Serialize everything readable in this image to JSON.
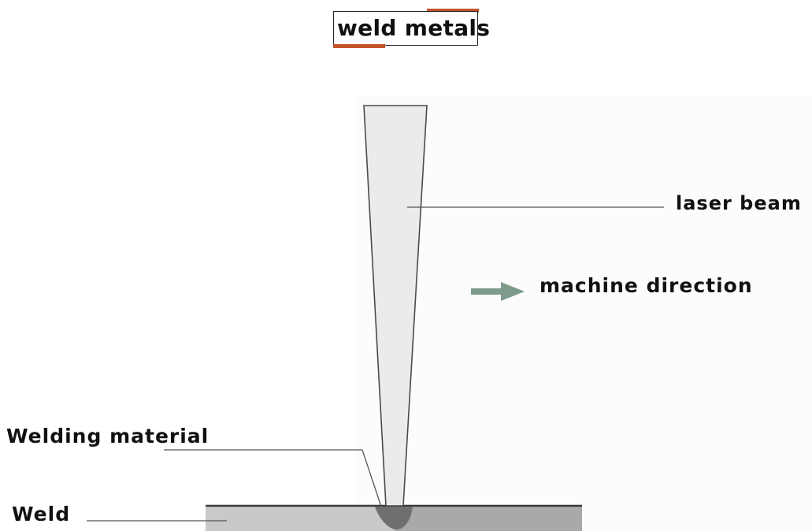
{
  "title": "weld metals",
  "labels": {
    "laser_beam": "laser beam",
    "machine_direction": "machine direction",
    "welding_material": "Welding material",
    "weld": "Weld"
  },
  "colors": {
    "accent": "#c3532b",
    "arrow": "#7e9a8b",
    "beam_fill": "#e9ecea",
    "workpiece_left": "#c9c9c9",
    "workpiece_right": "#a9a9a9",
    "weld_pool": "#6f6f6f",
    "leader_line": "#555555"
  },
  "icons": {
    "direction_arrow": "arrow-right-icon"
  }
}
